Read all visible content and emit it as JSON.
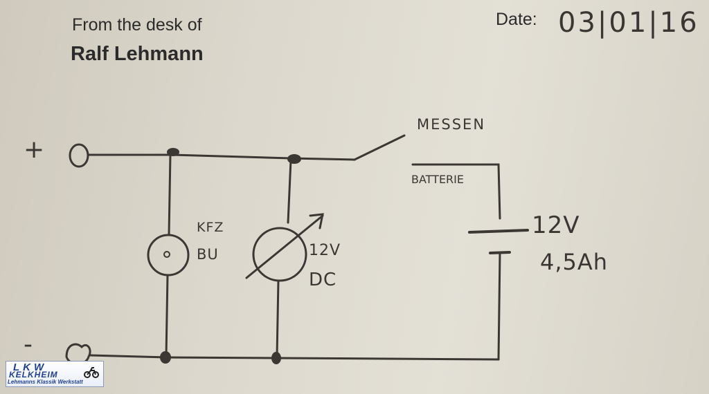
{
  "header": {
    "from_line": "From the desk of",
    "owner_name": "Ralf Lehmann",
    "date_label": "Date:",
    "date_value": "03|01|16"
  },
  "diagram": {
    "terminal_plus": "+",
    "terminal_minus": "-",
    "switch_label": "MESSEN",
    "battery_box_label": "BATTERIE",
    "device_left": {
      "line1": "KFZ",
      "line2": "BU"
    },
    "device_middle": {
      "line1": "12V",
      "line2": "DC"
    },
    "battery": {
      "voltage": "12V",
      "capacity": "4,5Ah"
    }
  },
  "logo": {
    "line1": "LKW",
    "line2": "KELKHEIM",
    "line3": "Lehmanns Klassik Werkstatt",
    "icon": "motorcycle-icon",
    "color": "#1f3f94"
  }
}
